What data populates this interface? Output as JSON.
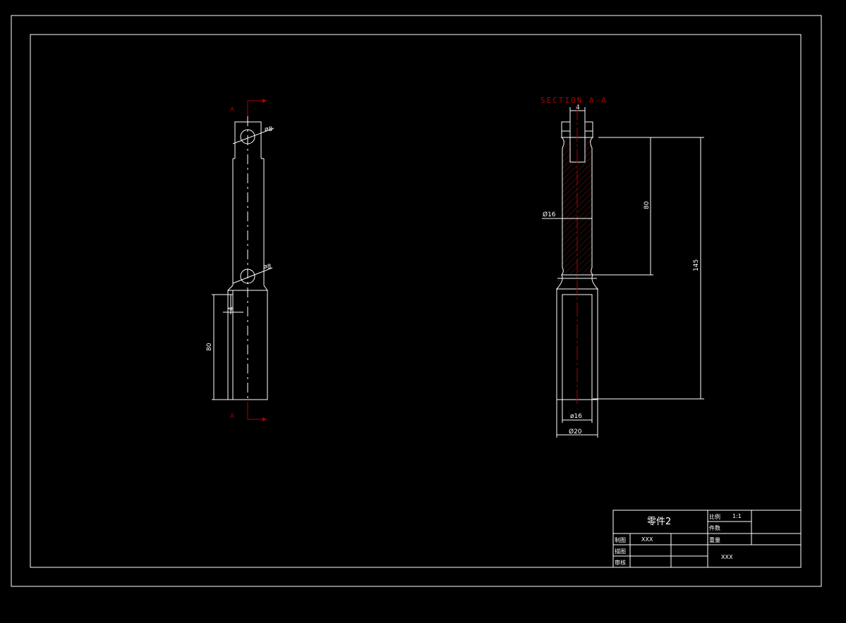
{
  "left_view": {
    "section_marker_top": "A",
    "section_marker_bottom": "A",
    "hole_top_dim": "ø8",
    "hole_bottom_dim": "ø8",
    "vertical_dim": "80",
    "small_dim": "4"
  },
  "section_view": {
    "label": "SECTION A-A",
    "top_dim": "4",
    "diameter_mid": "Ø16",
    "length_dim_inner": "80",
    "length_dim_overall": "145",
    "diameter_bottom_inner": "ø16",
    "diameter_bottom_outer": "Ø20"
  },
  "title_block": {
    "part_name": "零件2",
    "scale_label": "比例",
    "scale_value": "1:1",
    "quantity_label": "件数",
    "drawn_label": "制图",
    "drawn_value": "XXX",
    "weight_label": "重量",
    "designer_label": "描图",
    "reviewer_label": "审核",
    "company": "XXX"
  },
  "colors": {
    "line": "#ffffff",
    "accent": "#b00000"
  }
}
